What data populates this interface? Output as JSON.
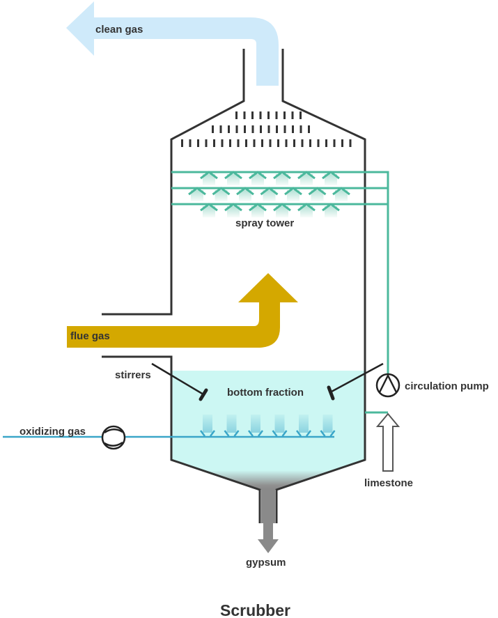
{
  "title": "Scrubber",
  "labels": {
    "clean_gas": "clean gas",
    "spray_tower": "spray tower",
    "flue_gas": "flue gas",
    "stirrers": "stirrers",
    "bottom_fraction": "bottom fraction",
    "circulation_pump": "circulation pump",
    "oxidizing_gas": "oxidizing gas",
    "limestone": "limestone",
    "gypsum": "gypsum"
  },
  "colors": {
    "clean_gas_arrow": "#cfeafa",
    "flue_gas_arrow": "#d4a800",
    "spray_pipe": "#4bb89c",
    "liquid": "#ccf7f3",
    "oxidizing_line": "#3aa6c8",
    "vessel_wall": "#333333",
    "gypsum_arrow": "#8a8a8a"
  },
  "spray_rows": [
    6,
    7,
    6
  ],
  "demister_rows": [
    9,
    13,
    22
  ],
  "aerator_count": 6
}
